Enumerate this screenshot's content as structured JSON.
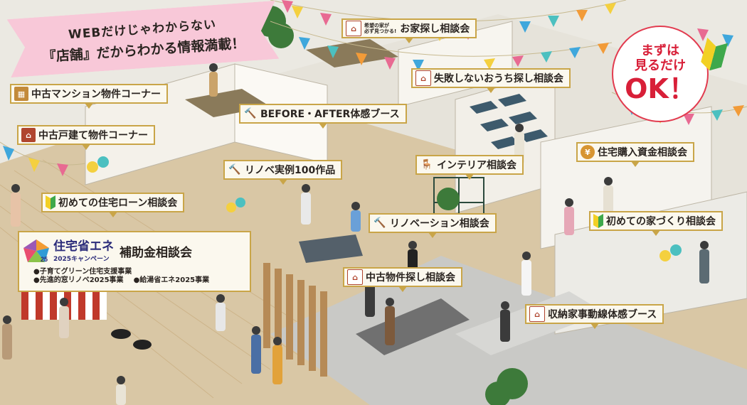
{
  "headline": {
    "line1": "WEBだけじゃわからない",
    "line2": "『店舗』だからわかる情報満載！"
  },
  "badge": {
    "line1": "まずは",
    "line2": "見るだけ",
    "line3": "OK！",
    "color": "#d81f38"
  },
  "labels": {
    "house_search": {
      "caption1": "希望の家が",
      "caption2": "必ず見つかる!",
      "text": "お家探し相談会",
      "icon": "house-icon"
    },
    "no_fail": {
      "text": "失敗しないおうち探し相談会",
      "icon": "house-icon"
    },
    "used_mansion": {
      "text": "中古マンション物件コーナー",
      "icon": "building-icon"
    },
    "before_after": {
      "text": "BEFORE・AFTER体感ブース",
      "icon": "hammer-icon"
    },
    "used_house": {
      "text": "中古戸建て物件コーナー",
      "icon": "house-icon"
    },
    "loan_fund": {
      "text": "住宅購入資金相談会",
      "icon": "money-bag-icon"
    },
    "renov_examples": {
      "text": "リノベ実例100作品",
      "icon": "hammer-icon"
    },
    "interior": {
      "text": "インテリア相談会",
      "icon": "chair-icon"
    },
    "first_loan": {
      "text": "初めての住宅ローン相談会",
      "icon": "beginner-mark-icon"
    },
    "first_house": {
      "text": "初めての家づくり相談会",
      "icon": "beginner-mark-icon"
    },
    "renovation": {
      "text": "リノベーション相談会",
      "icon": "hammer-icon"
    },
    "used_search": {
      "text": "中古物件探し相談会",
      "icon": "house-icon"
    },
    "storage": {
      "text": "収納家事動線体感ブース",
      "icon": "house-icon"
    }
  },
  "subsidy": {
    "logo_title": "住宅省エネ",
    "logo_sub": "2025キャンペーン",
    "logo_year": "25",
    "title": "補助金相談会",
    "items": [
      "●子育てグリーン住宅支援事業",
      "●先進的窓リノベ2025事業",
      "●給湯省エネ2025事業"
    ]
  },
  "colors": {
    "label_border": "#c9a548",
    "label_bg": "#fbf8ee",
    "headline_bg": "#f8c8d8",
    "bunting": [
      "#3fa7dc",
      "#f4d03f",
      "#e86a92",
      "#4cc0c0",
      "#f29b38"
    ]
  }
}
